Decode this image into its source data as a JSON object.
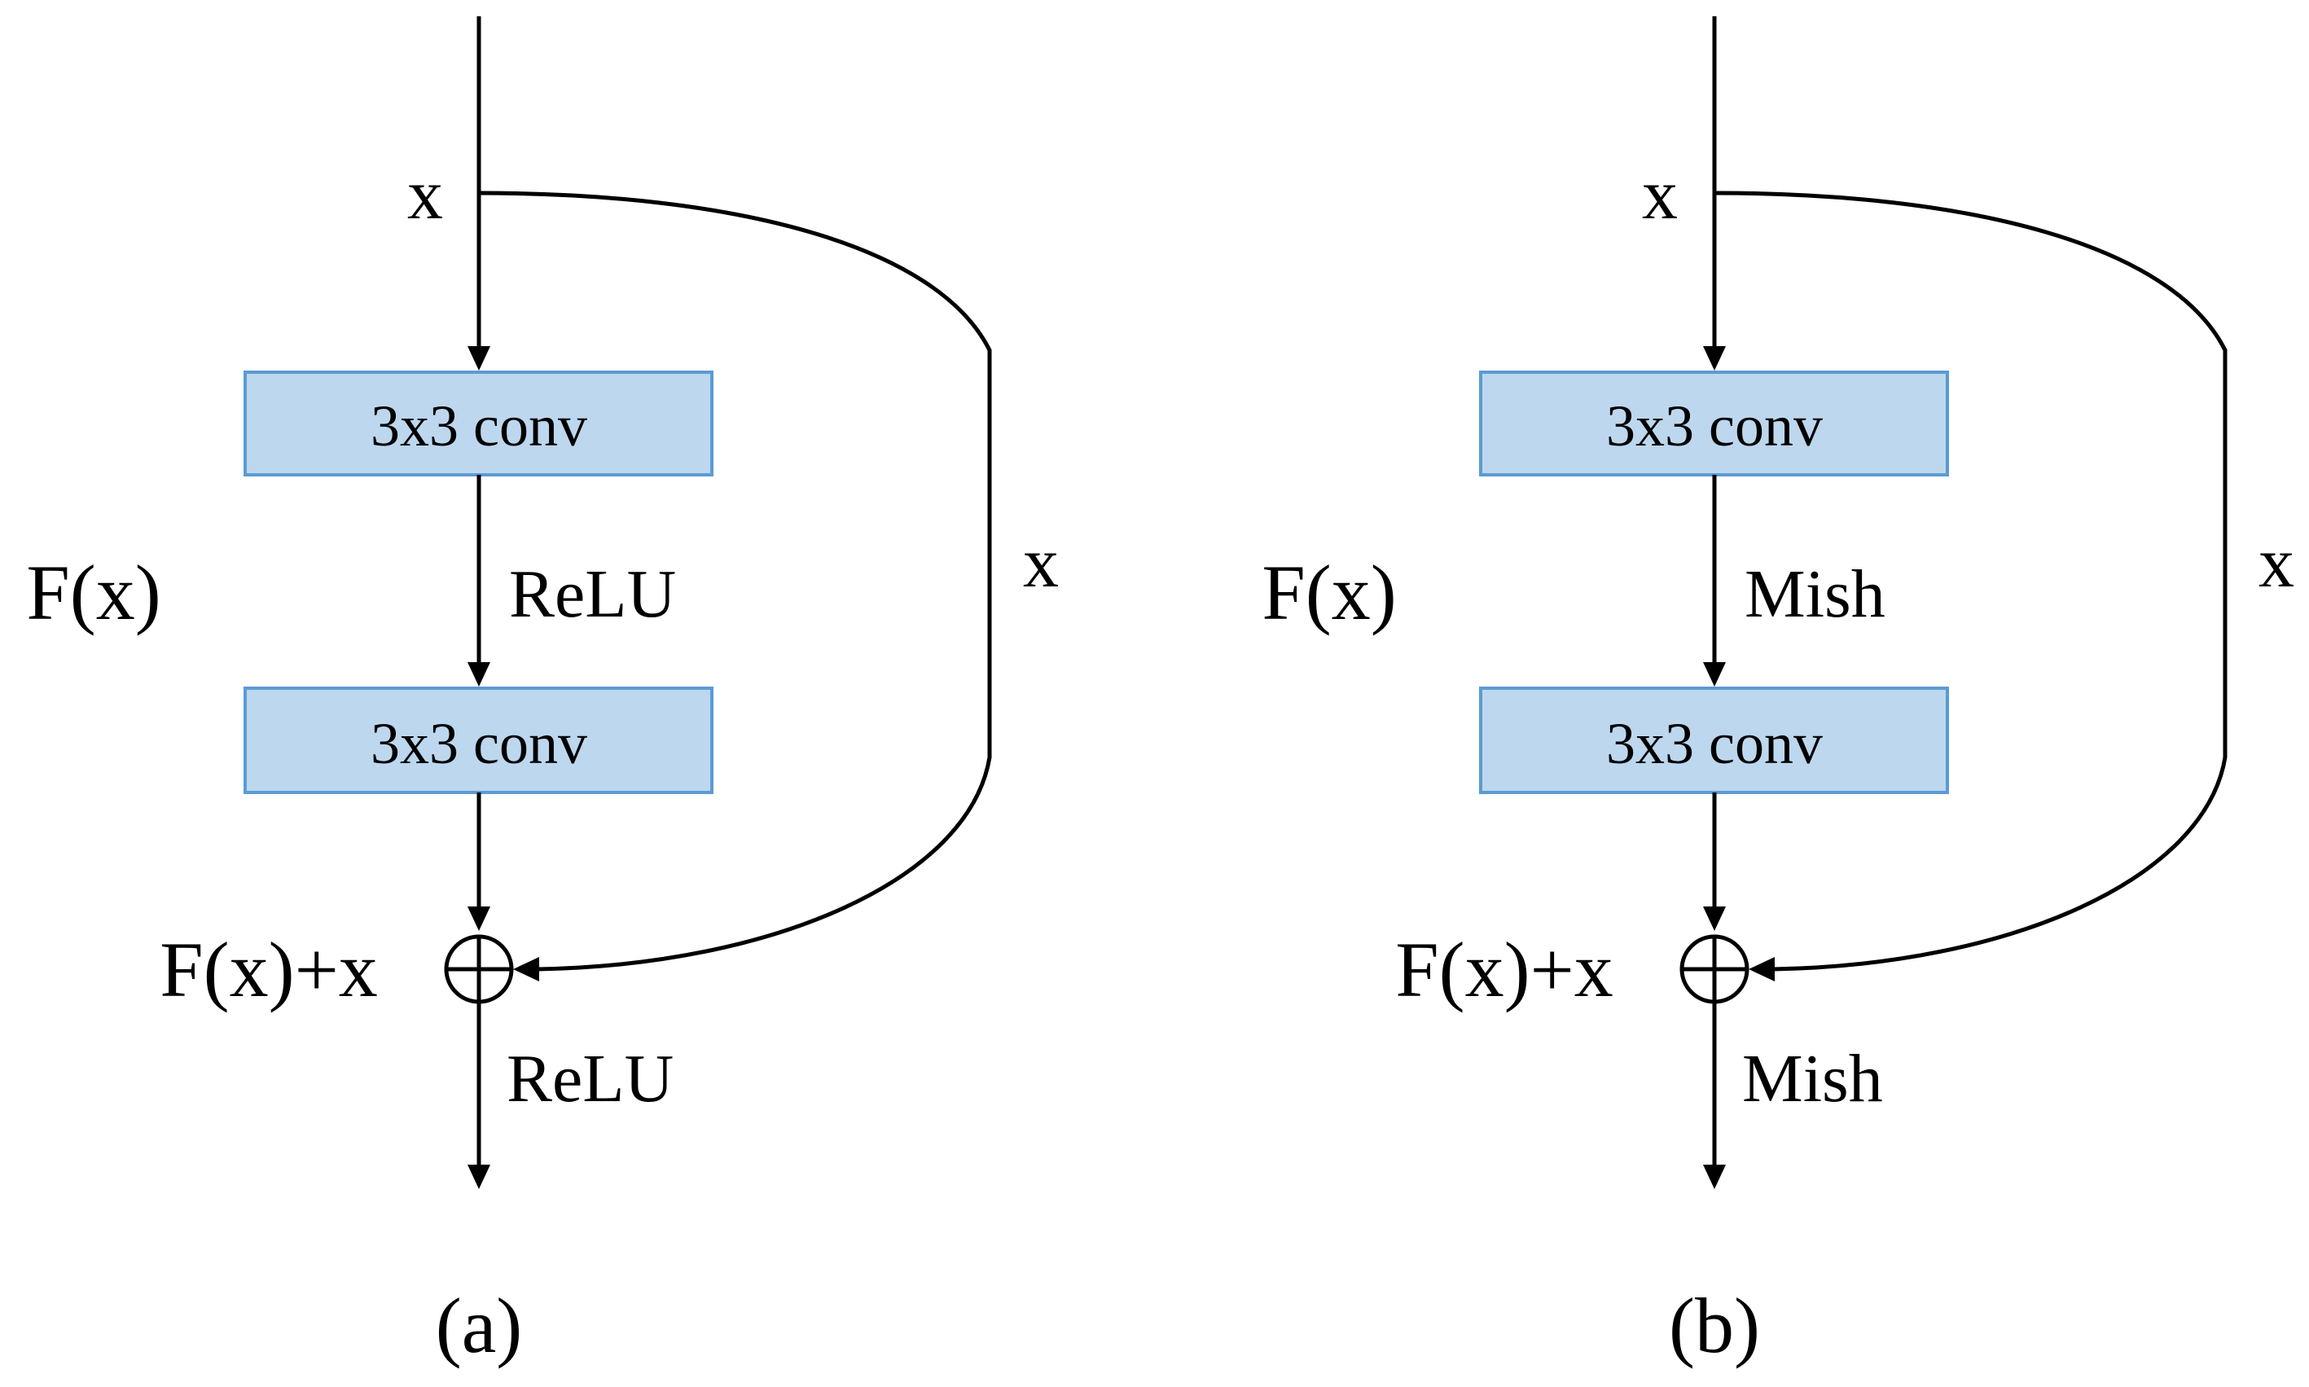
{
  "panels": [
    {
      "input_label": "x",
      "conv1_label": "3x3 conv",
      "activation_mid": "ReLU",
      "conv2_label": "3x3 conv",
      "residual_label": "F(x)",
      "skip_label": "x",
      "sum_label": "F(x)+x",
      "activation_out": "ReLU",
      "caption": "(a)"
    },
    {
      "input_label": "x",
      "conv1_label": "3x3 conv",
      "activation_mid": "Mish",
      "conv2_label": "3x3 conv",
      "residual_label": "F(x)",
      "skip_label": "x",
      "sum_label": "F(x)+x",
      "activation_out": "Mish",
      "caption": "(b)"
    }
  ],
  "colors": {
    "conv_fill": "#bdd7ee",
    "conv_border": "#5b9bd5",
    "line": "#000000"
  }
}
